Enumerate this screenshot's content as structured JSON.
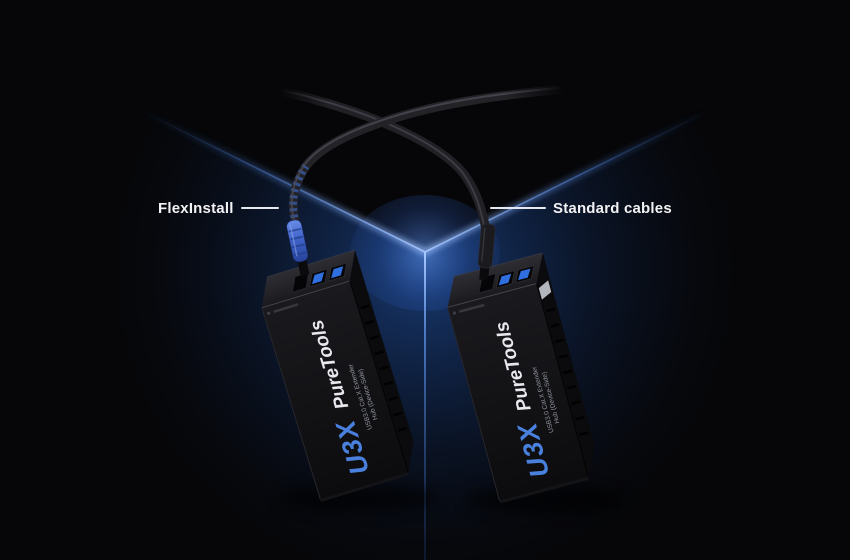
{
  "annotations": {
    "left_cable_label": "FlexInstall",
    "right_cable_label": "Standard cables"
  },
  "devices": {
    "brand": "PureTools",
    "model": "U3X",
    "description_line1": "USB3.0 Cat.X Extender",
    "description_line2": "Hub (Device-Side)"
  },
  "colors": {
    "background": "#060608",
    "cube_glow": "#1a3e78",
    "edge_highlight": "#9dc0ff",
    "usb_port_blue": "#2f6fe0",
    "flexinstall_connector_blue": "#3f63c8",
    "label_text": "#f2f2f5",
    "model_text_blue": "#4a80dd"
  }
}
